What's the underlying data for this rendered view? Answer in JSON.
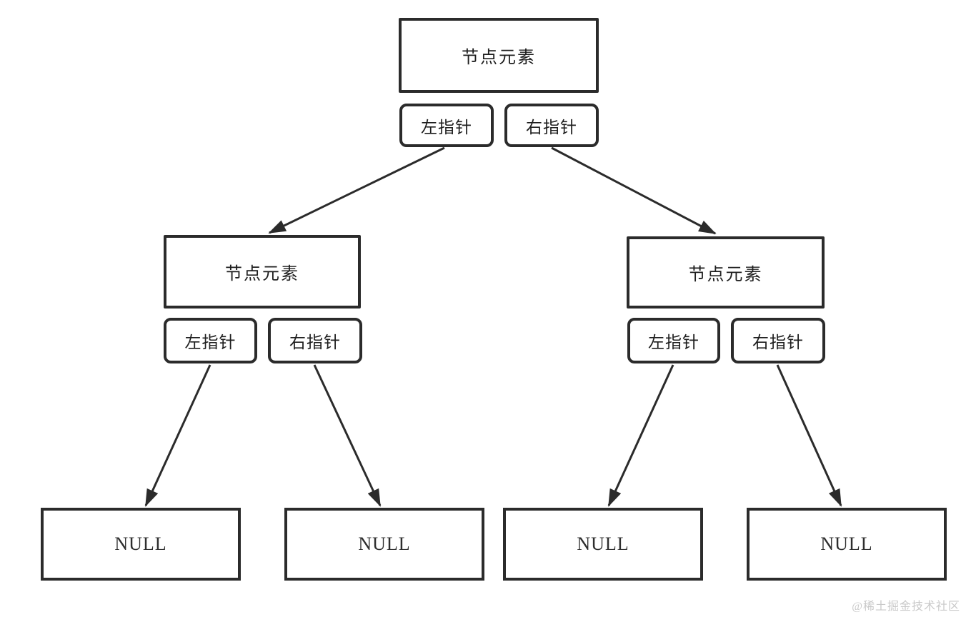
{
  "diagram": {
    "root": {
      "label": "节点元素",
      "left_pointer": "左指针",
      "right_pointer": "右指针"
    },
    "left_child": {
      "label": "节点元素",
      "left_pointer": "左指针",
      "right_pointer": "右指针"
    },
    "right_child": {
      "label": "节点元素",
      "left_pointer": "左指针",
      "right_pointer": "右指针"
    },
    "leaves": [
      "NULL",
      "NULL",
      "NULL",
      "NULL"
    ],
    "watermark": "@稀土掘金技术社区",
    "colors": {
      "stroke": "#2b2b2b",
      "text": "#1e1e1e",
      "background": "#ffffff",
      "watermark": "#c9c9c9"
    }
  }
}
